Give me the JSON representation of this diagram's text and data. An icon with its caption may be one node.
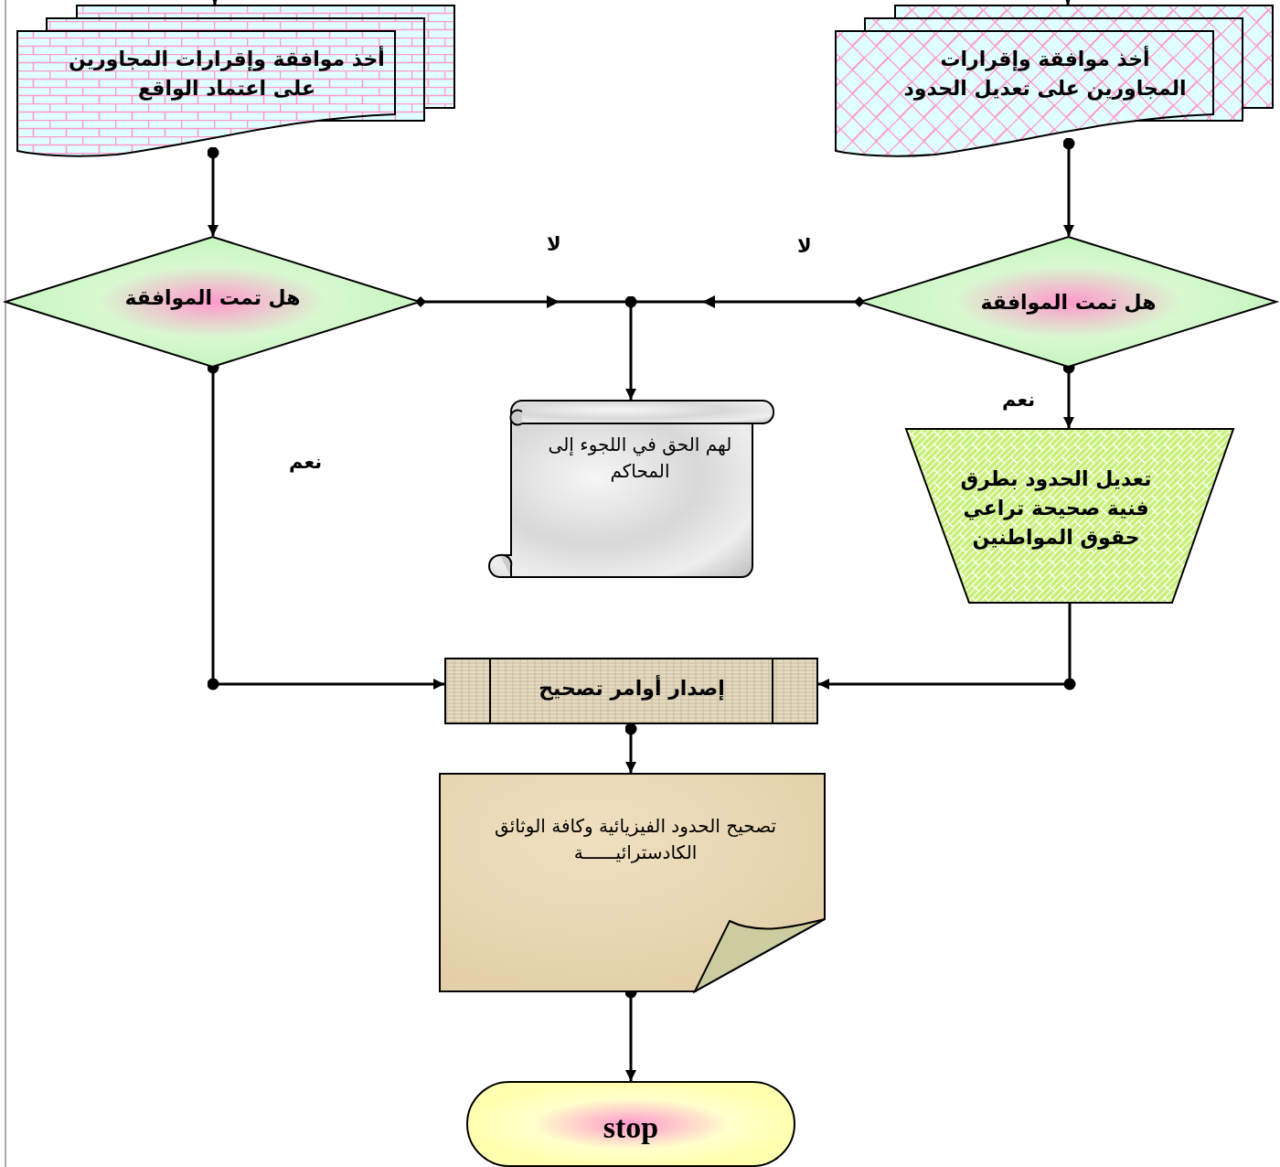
{
  "diagram": {
    "nodes": [
      {
        "text": [
          "أخذ موافقة وإقرارات المجاورين على اعتماد الواقع"
        ]
      },
      {
        "text": [
          "أخذ موافقة وإقرارات المجاورين على تعديل الحدود"
        ]
      },
      {
        "text": [
          "هل تمت الموافقة"
        ]
      },
      {
        "text": [
          "هل تمت الموافقة"
        ]
      },
      {
        "text": [
          "لهم الحق في اللجوء إلى المحاكم"
        ]
      },
      {
        "text": [
          "تعديل الحدود بطرق فنية صحيحة تراعي حقوق المواطنين"
        ]
      },
      {
        "text": [
          "إصدار أوامر تصحيح"
        ]
      },
      {
        "text": [
          "تصحيح الحدود الفيزيائية وكافة الوثائق الكادسترائيــــــة"
        ]
      },
      {
        "text": [
          "stop"
        ]
      }
    ],
    "edges": [
      {
        "from": null,
        "to": 0,
        "arrow": "to"
      },
      {
        "from": null,
        "to": 1,
        "arrow": "to"
      },
      {
        "from": 0,
        "to": 2,
        "arrow": "to"
      },
      {
        "from": 1,
        "to": 3,
        "arrow": "to"
      },
      {
        "from": 2,
        "to": 4,
        "arrow": "to",
        "label": "لا"
      },
      {
        "from": 3,
        "to": 4,
        "arrow": "to",
        "label": "لا"
      },
      {
        "from": 3,
        "to": 5,
        "arrow": "to",
        "label": "نعم"
      },
      {
        "from": 2,
        "to": 6,
        "arrow": "to",
        "label": "نعم"
      },
      {
        "from": 5,
        "to": 6,
        "arrow": "to"
      },
      {
        "from": 6,
        "to": 7,
        "arrow": "to"
      },
      {
        "from": 7,
        "to": 8,
        "arrow": "to"
      }
    ]
  }
}
